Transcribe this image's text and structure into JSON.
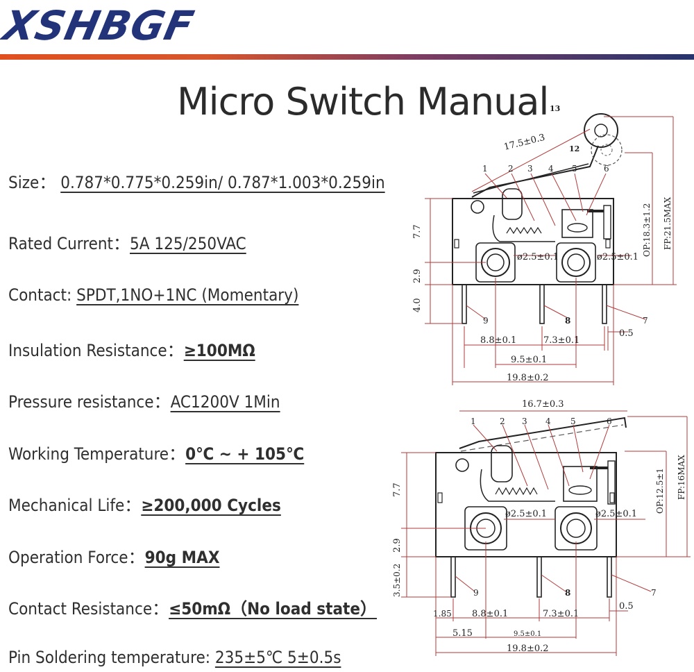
{
  "brand": {
    "logo": "XSHBGF"
  },
  "title": "Micro Switch Manual",
  "specs": [
    {
      "label": "Size：",
      "value": "0.787*0.775*0.259in/ 0.787*1.003*0.259in"
    },
    {
      "label": "Rated  Current：",
      "value": "5A 125/250VAC"
    },
    {
      "label": "Contact: ",
      "value": "SPDT,1NO+1NC (Momentary)"
    },
    {
      "label": "Insulation Resistance：",
      "value": "≥100MΩ"
    },
    {
      "label": "Pressure resistance：",
      "value": "AC1200V  1Min"
    },
    {
      "label": "Working Temperature：",
      "value": "0℃ ~ + 105℃"
    },
    {
      "label": "Mechanical Life：",
      "value": "≥200,000 Cycles"
    },
    {
      "label": "Operation Force：",
      "value": "90g MAX"
    },
    {
      "label": "Contact Resistance：",
      "value": "≤50mΩ（No load state）"
    },
    {
      "label": "Pin Soldering temperature: ",
      "value": "235±5℃  5±0.5s"
    }
  ],
  "diagram_top": {
    "lever_length": "17.5±0.3",
    "callouts": [
      "1",
      "2",
      "3",
      "4",
      "5",
      "6",
      "7",
      "8",
      "9",
      "12",
      "13"
    ],
    "op": "OP:18.3±1.2",
    "fp": "FP:21.5MAX",
    "height": "7.7",
    "hole_upper": "2.9",
    "pin_len": "4.0",
    "hole_a": "ø2.5±0.1",
    "hole_b": "ø2.5±0.1",
    "d1": "8.8±0.1",
    "d2": "7.3±0.1",
    "d3": "0.5",
    "d4": "9.5±0.1",
    "width": "19.8±0.2"
  },
  "diagram_bottom": {
    "lever_length": "16.7±0.3",
    "callouts": [
      "1",
      "2",
      "3",
      "4",
      "5",
      "6",
      "7",
      "8",
      "9"
    ],
    "op": "OP:12.5±1",
    "fp": "FP:16MAX",
    "height": "7.7",
    "hole_upper": "2.9",
    "pin_len": "3.5±0.2",
    "hole_a": "ø2.5±0.1",
    "hole_b": "ø2.5±0.1",
    "d0": "1.85",
    "d1": "8.8±0.1",
    "d2": "7.3±0.1",
    "d3": "0.5",
    "d5": "5.15",
    "d4": "9.5±0.1",
    "width": "19.8±0.2"
  }
}
